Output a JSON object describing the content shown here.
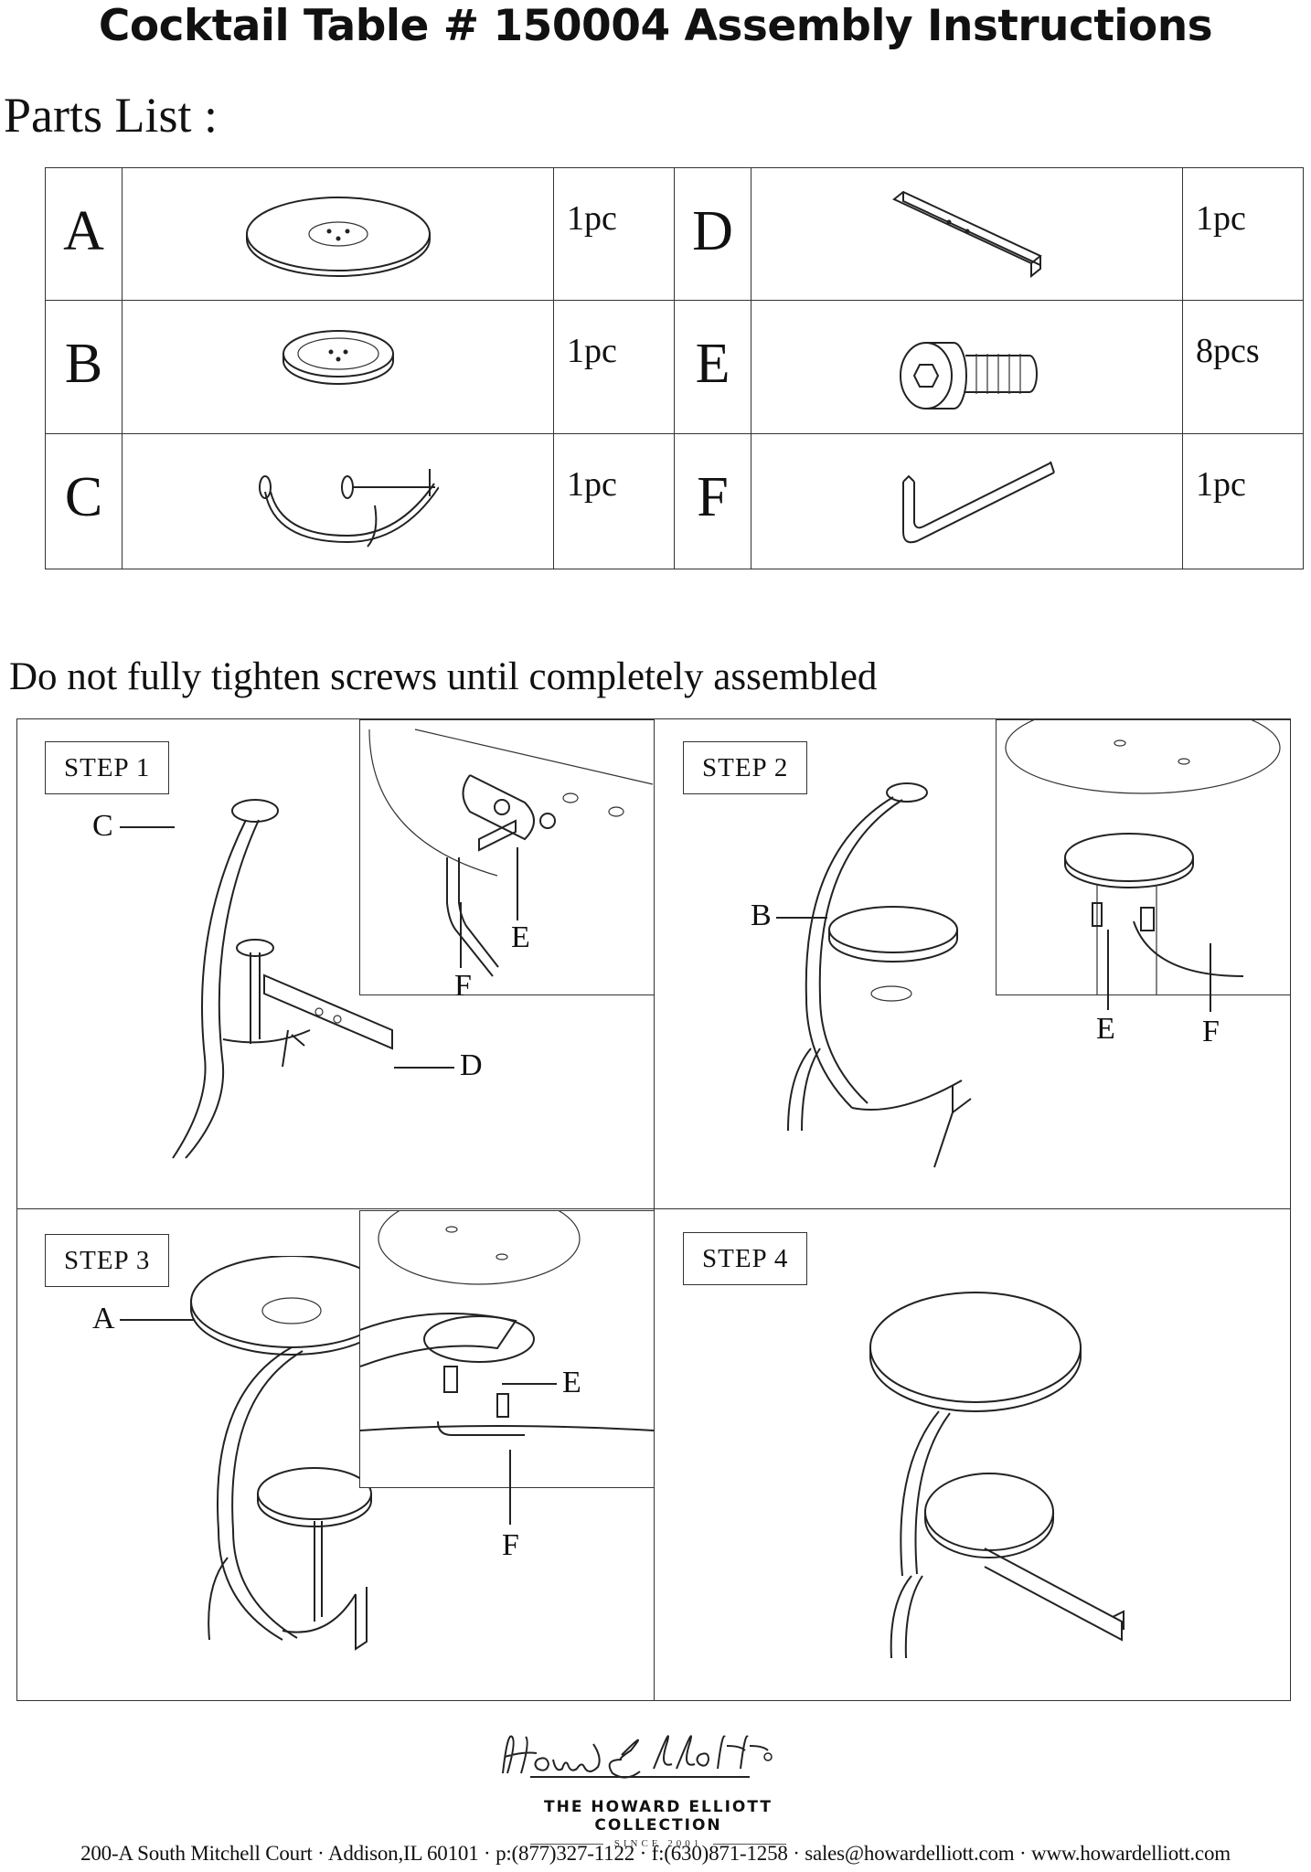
{
  "title": "Cocktail Table # 150004 Assembly Instructions",
  "parts_heading": "Parts List :",
  "parts": [
    {
      "letter": "A",
      "qty": "1pc",
      "icon": "round-tabletop"
    },
    {
      "letter": "D",
      "qty": "1pc",
      "icon": "square-bar"
    },
    {
      "letter": "B",
      "qty": "1pc",
      "icon": "round-shelf"
    },
    {
      "letter": "E",
      "qty": "8pcs",
      "icon": "hex-bolt"
    },
    {
      "letter": "C",
      "qty": "1pc",
      "icon": "curved-frame"
    },
    {
      "letter": "F",
      "qty": "1pc",
      "icon": "allen-key"
    }
  ],
  "note": "Do not fully tighten screws until completely assembled",
  "steps": [
    {
      "label": "STEP  1",
      "callouts": {
        "c": "C",
        "d": "D",
        "e": "E",
        "f": "F"
      }
    },
    {
      "label": "STEP  2",
      "callouts": {
        "b": "B",
        "e": "E",
        "f": "F"
      }
    },
    {
      "label": "STEP  3",
      "callouts": {
        "a": "A",
        "e": "E",
        "f": "F"
      }
    },
    {
      "label": "STEP  4",
      "callouts": {}
    }
  ],
  "brand": {
    "signature_text": "Howard Elliott",
    "collection": "THE HOWARD ELLIOTT COLLECTION",
    "since": "SINCE 2001"
  },
  "footer": "200-A South Mitchell Court · Addison,IL 60101 · p:(877)327-1122 · f:(630)871-1258 · sales@howardelliott.com · www.howardelliott.com"
}
